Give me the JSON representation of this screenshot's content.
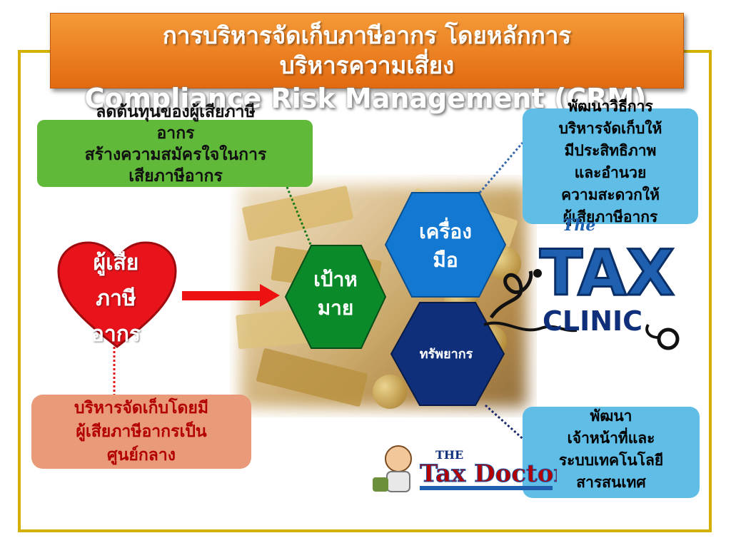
{
  "title": {
    "line1": "การบริหารจัดเก็บภาษีอากร โดยหลักการ",
    "line2": "บริหารความเสี่ยง",
    "subtitle": "Compliance Risk Management (CRM)"
  },
  "boxes": {
    "green": [
      "ลดต้นทุนของผู้เสียภาษี",
      "อากร",
      "สร้างความสมัครใจในการ",
      "เสียภาษีอากร"
    ],
    "heart": [
      "ผู้เสีย",
      "ภาษี",
      "อากร"
    ],
    "salmon": [
      "บริหารจัดเก็บโดยมี",
      "ผู้เสียภาษีอากรเป็น",
      "ศูนย์กลาง"
    ],
    "blue_top": [
      "พัฒนาวิธีการ",
      "บริหารจัดเก็บให้",
      "มีประสิทธิภาพ",
      "และอำนวย",
      "ความสะดวกให้",
      "ผู้เสียภาษีอากร"
    ],
    "blue_bottom": [
      "พัฒนา",
      "เจ้าหน้าที่และ",
      "ระบบเทคโนโลยี",
      "สารสนเทศ"
    ]
  },
  "hexagons": {
    "goal": [
      "เป้าห",
      "มาย"
    ],
    "tool": [
      "เครื่อง",
      "มือ"
    ],
    "resource": [
      "ทรัพยากร"
    ]
  },
  "logos": {
    "clinic_the": "The",
    "clinic_tax": "TAX",
    "clinic_word": "CLINIC",
    "doctor_the": "THE",
    "doctor_name": "Tax Doctor"
  },
  "colors": {
    "title_bg": "#ee8428",
    "frame": "#d4b100",
    "green_box": "#61b93a",
    "heart": "#e8131b",
    "salmon_box": "#e99a78",
    "blue_box": "#5fbde6",
    "hex_goal": "#0b8a2a",
    "hex_tool": "#1278d2",
    "hex_resource": "#0f2f7a",
    "arrow": "#ee1111"
  }
}
